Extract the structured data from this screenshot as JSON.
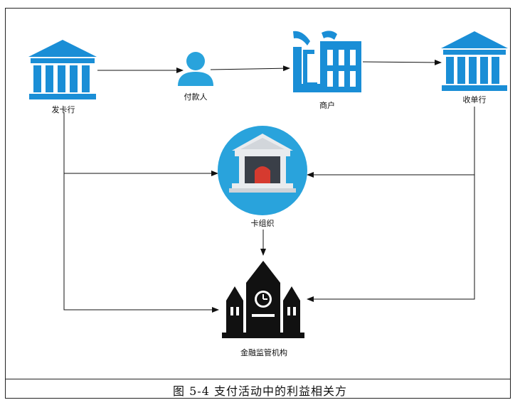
{
  "nodes": {
    "issuer": {
      "label": "发卡行",
      "icon": "bank-building-icon"
    },
    "payer": {
      "label": "付款人",
      "icon": "person-icon"
    },
    "merchant": {
      "label": "商户",
      "icon": "merchant-logo-icon"
    },
    "acquirer": {
      "label": "收单行",
      "icon": "bank-building-icon"
    },
    "card_org": {
      "label": "卡组织",
      "icon": "bank-circle-icon"
    },
    "regulator": {
      "label": "金融监管机构",
      "icon": "castle-clock-tower-icon"
    }
  },
  "caption": "图 5-4 支付活动中的利益相关方",
  "colors": {
    "blue": "#1a8ed6",
    "circle": "#29a3dc",
    "black": "#111111",
    "red": "#d63a2f"
  }
}
